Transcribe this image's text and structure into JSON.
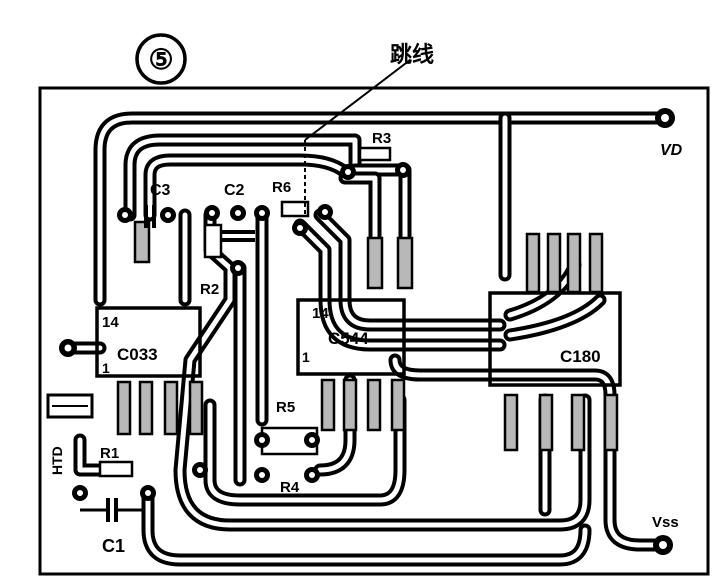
{
  "figure": {
    "number": "⑤",
    "jumper_label": "跳线"
  },
  "chips": [
    {
      "id": "c033",
      "name": "C033",
      "pin_top": "14",
      "pin_bottom": "1"
    },
    {
      "id": "c544",
      "name": "C544",
      "pin_top": "14",
      "pin_bottom": "1"
    },
    {
      "id": "c180",
      "name": "C180"
    }
  ],
  "components": {
    "r1": "R1",
    "r2": "R2",
    "r3": "R3",
    "r4": "R4",
    "r5": "R5",
    "r6": "R6",
    "c1": "C1",
    "c2": "C2",
    "c3": "C3",
    "htd": "HTD"
  },
  "terminals": {
    "vd": "VD",
    "vss": "Vss"
  },
  "colors": {
    "ink": "#000000",
    "paper": "#ffffff",
    "hatch": "#b8b8b8"
  }
}
